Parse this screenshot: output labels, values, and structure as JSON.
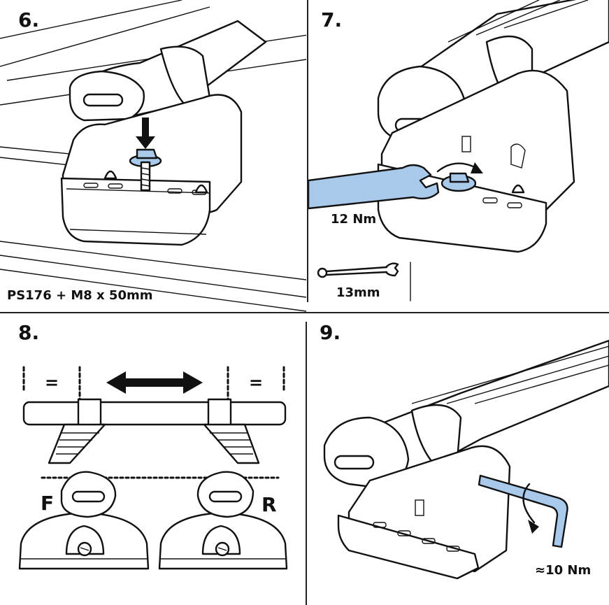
{
  "steps": [
    {
      "number": "6.",
      "caption": "PS176 + M8 x 50mm"
    },
    {
      "number": "7.",
      "torque": "12 Nm",
      "tool": "13mm"
    },
    {
      "number": "8.",
      "equal_left": "=",
      "equal_right": "=",
      "front_label": "F",
      "rear_label": "R"
    },
    {
      "number": "9.",
      "torque": "≈10 Nm"
    }
  ],
  "colors": {
    "tool_highlight": "#a9c9ea",
    "line": "#111111"
  }
}
